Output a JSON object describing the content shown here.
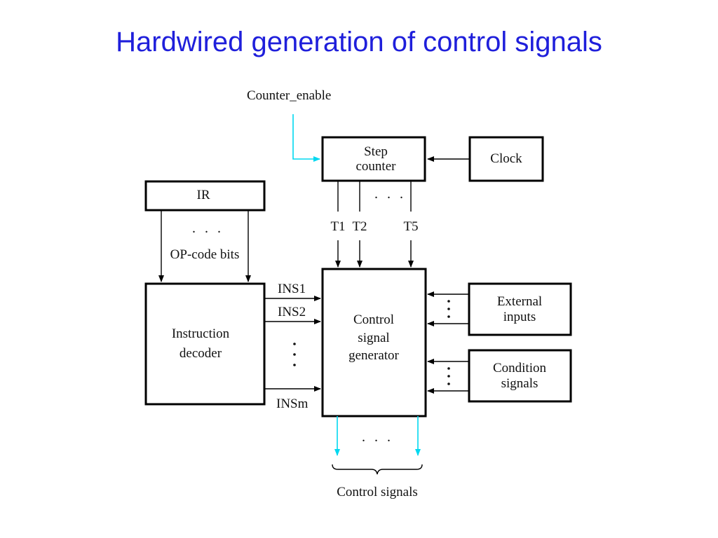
{
  "slide": {
    "title": "Hardwired generation of control signals"
  },
  "diagram": {
    "counter_enable": "Counter_enable",
    "step_counter": {
      "line1": "Step",
      "line2": "counter"
    },
    "clock": "Clock",
    "ir": "IR",
    "op_code_bits": "OP-code bits",
    "timing_signals": [
      "T1",
      "T2",
      "T5"
    ],
    "instruction_decoder": {
      "line1": "Instruction",
      "line2": "decoder"
    },
    "decoder_outputs": [
      "INS1",
      "INS2",
      "INSm"
    ],
    "control_signal_generator": {
      "line1": "Control",
      "line2": "signal",
      "line3": "generator"
    },
    "external_inputs": {
      "line1": "External",
      "line2": "inputs"
    },
    "condition_signals": {
      "line1": "Condition",
      "line2": "signals"
    },
    "control_signals": "Control signals",
    "ellipsis": ". . ."
  },
  "colors": {
    "title": "#1f1fdb",
    "highlight_line": "#00d8f0"
  }
}
